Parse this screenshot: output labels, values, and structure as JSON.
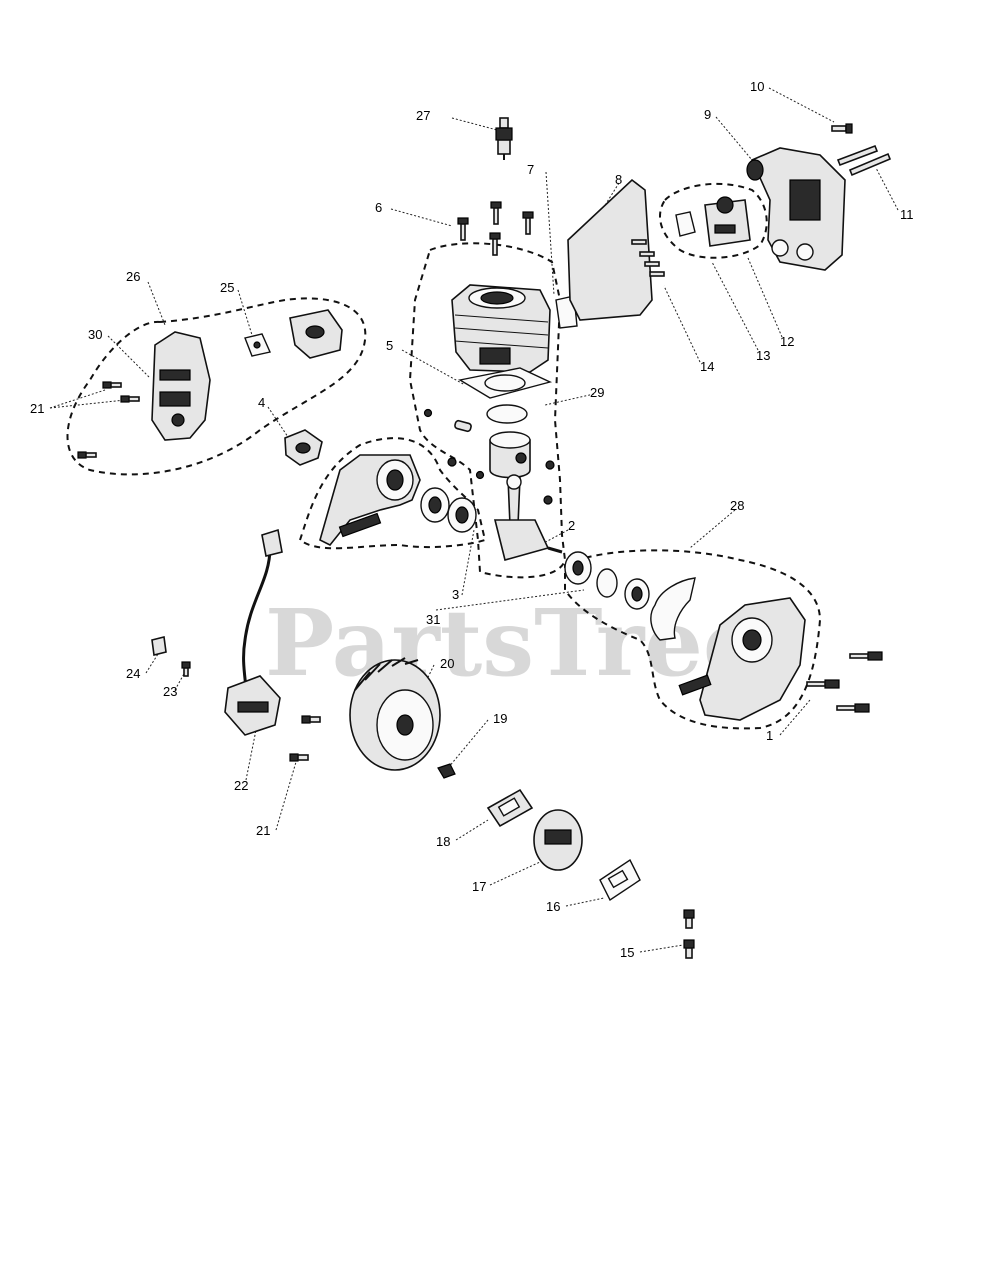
{
  "watermark": "PartsTree",
  "callouts": [
    "1",
    "2",
    "3",
    "4",
    "5",
    "6",
    "7",
    "8",
    "9",
    "10",
    "11",
    "12",
    "13",
    "14",
    "15",
    "16",
    "17",
    "18",
    "19",
    "20",
    "21",
    "21",
    "22",
    "23",
    "24",
    "25",
    "26",
    "27",
    "28",
    "29",
    "30",
    "31",
    "21"
  ]
}
